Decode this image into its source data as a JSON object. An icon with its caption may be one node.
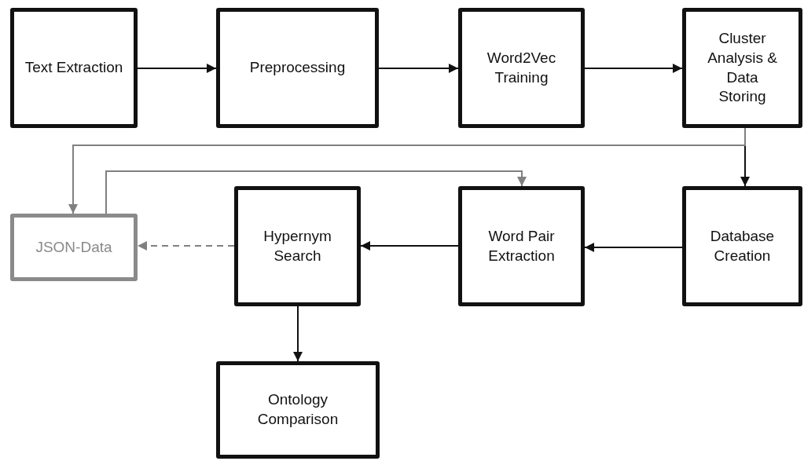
{
  "diagram": {
    "nodes": [
      {
        "text": [
          "Text Extraction"
        ]
      },
      {
        "text": [
          "Preprocessing"
        ]
      },
      {
        "text": [
          "Word2Vec Training"
        ]
      },
      {
        "text": [
          "Cluster Analysis & Data Storing"
        ]
      },
      {
        "text": [
          "Database Creation"
        ]
      },
      {
        "text": [
          "Word Pair Extraction"
        ]
      },
      {
        "text": [
          "Hypernym Search"
        ]
      },
      {
        "text": [
          "JSON-Data"
        ]
      },
      {
        "text": [
          "Ontology Comparison"
        ]
      }
    ],
    "edges": [
      {
        "from": 0,
        "to": 1,
        "arrow": "to"
      },
      {
        "from": 1,
        "to": 2,
        "arrow": "to"
      },
      {
        "from": 2,
        "to": 3,
        "arrow": "to"
      },
      {
        "from": 3,
        "to": 4,
        "arrow": "to"
      },
      {
        "from": 3,
        "to": 7,
        "arrow": "to",
        "color": "#808080"
      },
      {
        "from": 7,
        "to": 5,
        "arrow": "to",
        "color": "#808080"
      },
      {
        "from": 4,
        "to": 5,
        "arrow": "to"
      },
      {
        "from": 5,
        "to": 6,
        "arrow": "to"
      },
      {
        "from": 6,
        "to": 7,
        "arrow": "to",
        "style": "dashed",
        "color": "#808080"
      },
      {
        "from": 6,
        "to": 8,
        "arrow": "to"
      }
    ]
  }
}
